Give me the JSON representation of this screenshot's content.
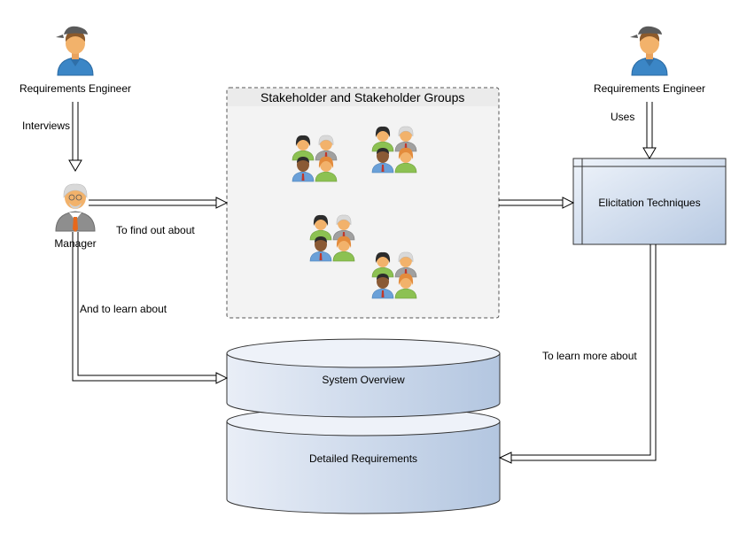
{
  "actors": {
    "engineer_left": "Requirements Engineer",
    "engineer_right": "Requirements Engineer",
    "manager": "Manager"
  },
  "group": {
    "title": "Stakeholder and Stakeholder Groups"
  },
  "nodes": {
    "elicitation": "Elicitation Techniques",
    "system_overview": "System Overview",
    "detailed_requirements": "Detailed Requirements"
  },
  "edges": {
    "interviews": "Interviews",
    "uses": "Uses",
    "find_out": "To find out about",
    "learn_about": "And to learn about",
    "learn_more": "To learn more about"
  },
  "colors": {
    "engineer_shirt": "#3b86c6",
    "engineer_cap": "#5a5a5a",
    "skin": "#f2b26b",
    "hair": "#8c5a2b",
    "box_gradient_start": "#eef3fa",
    "box_gradient_end": "#b7c9e2",
    "group_fill": "#f3f3f3",
    "female_top": "#8cc152",
    "male_top": "#6aa0d8",
    "elder_top": "#a0a0a0"
  }
}
